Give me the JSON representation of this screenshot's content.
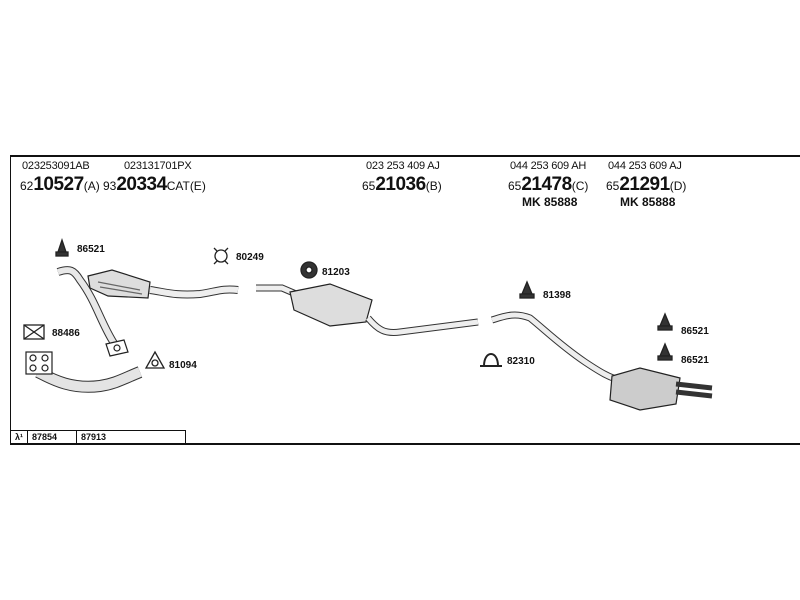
{
  "header": {
    "columns": [
      {
        "oe": "023253091AB",
        "prefix": "62",
        "big": "10527",
        "suffix": "(A)"
      },
      {
        "oe": "023131701PX",
        "prefix": "93",
        "big": "20334",
        "suffix": "CAT(E)"
      },
      {
        "oe": "023 253 409 AJ",
        "prefix": "65",
        "big": "21036",
        "suffix": "(B)"
      },
      {
        "oe": "044 253 609 AH",
        "prefix": "65",
        "big": "21478",
        "suffix": "(C)",
        "mk": "MK  85888"
      },
      {
        "oe": "044 253 609 AJ",
        "prefix": "65",
        "big": "21291",
        "suffix": "(D)",
        "mk": "MK  85888"
      }
    ]
  },
  "parts": {
    "p86521a": "86521",
    "p80249": "80249",
    "p81203": "81203",
    "p88486": "88486",
    "p81094": "81094",
    "p81398": "81398",
    "p82310": "82310",
    "p86521b": "86521",
    "p86521c": "86521"
  },
  "legend": {
    "lambda": "λ¹",
    "a": "87854",
    "b": "87913"
  }
}
